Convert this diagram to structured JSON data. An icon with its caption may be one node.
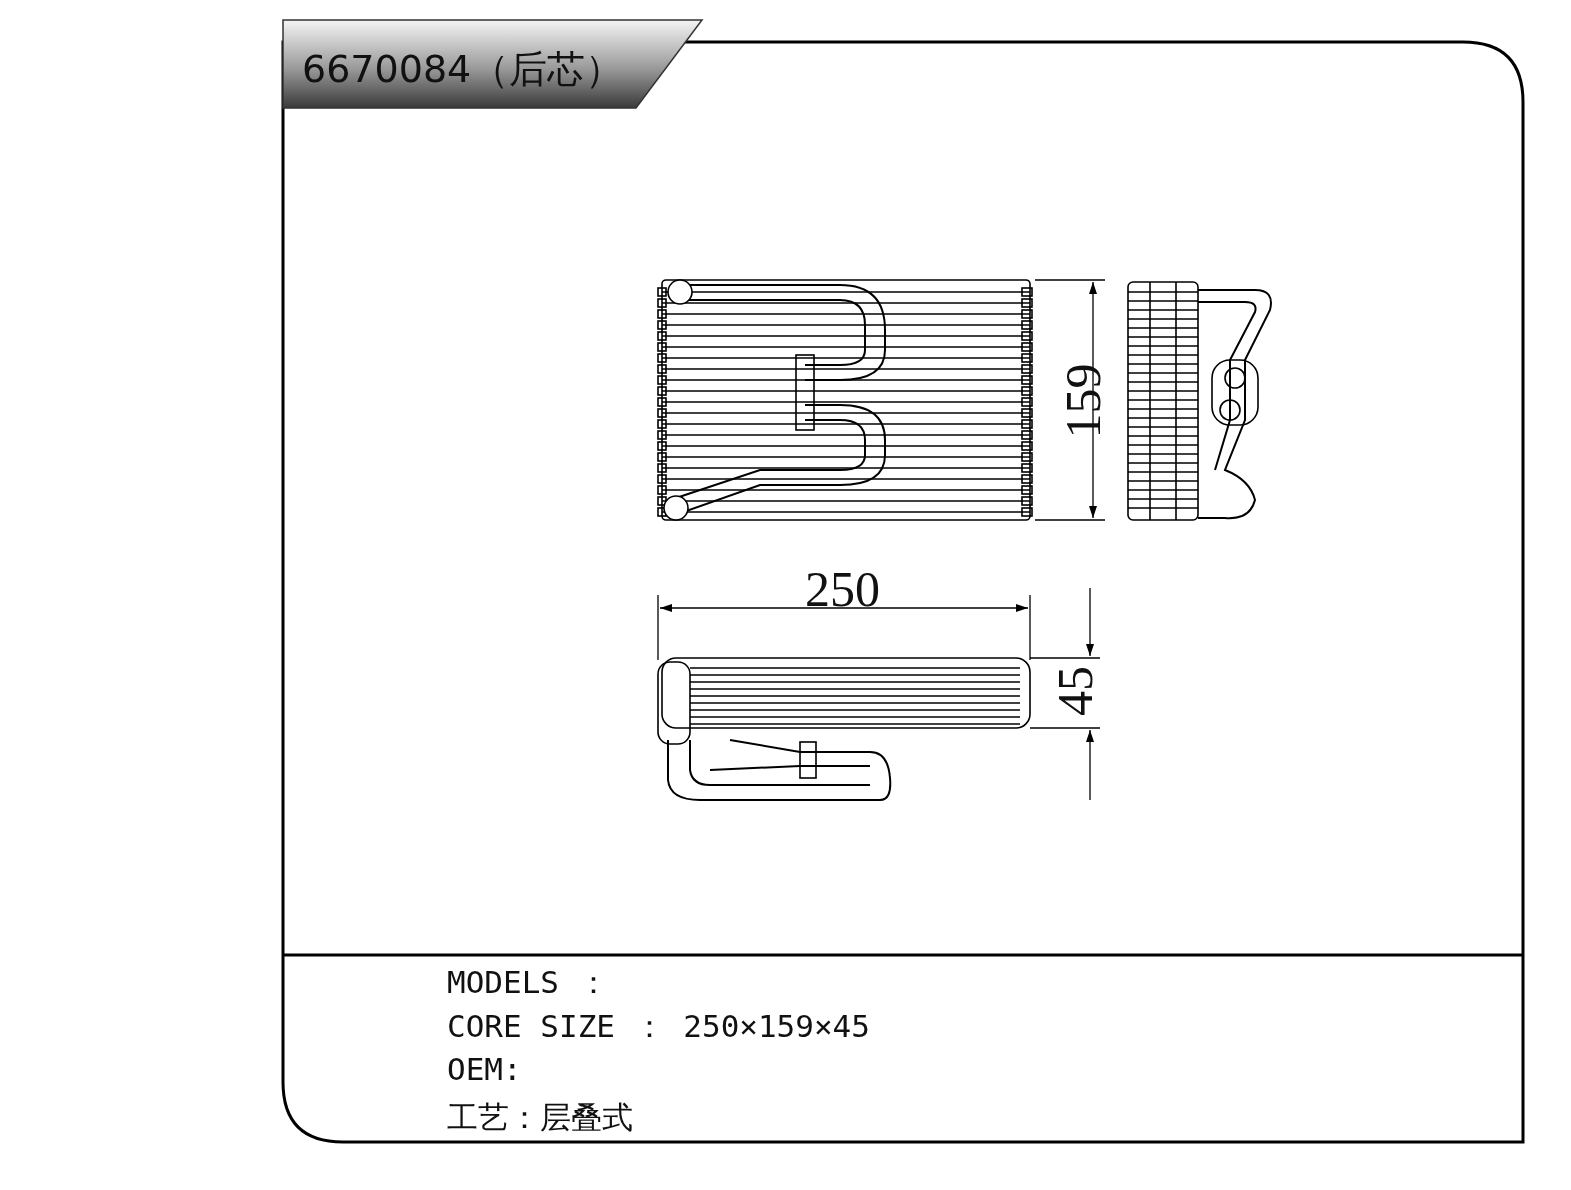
{
  "diagram": {
    "title": "6670084（后芯）",
    "labels": [
      "159",
      "250",
      "45",
      "MODELS ：",
      "CORE SIZE ： 250×159×45",
      "OEM:",
      "工艺：层叠式"
    ]
  }
}
